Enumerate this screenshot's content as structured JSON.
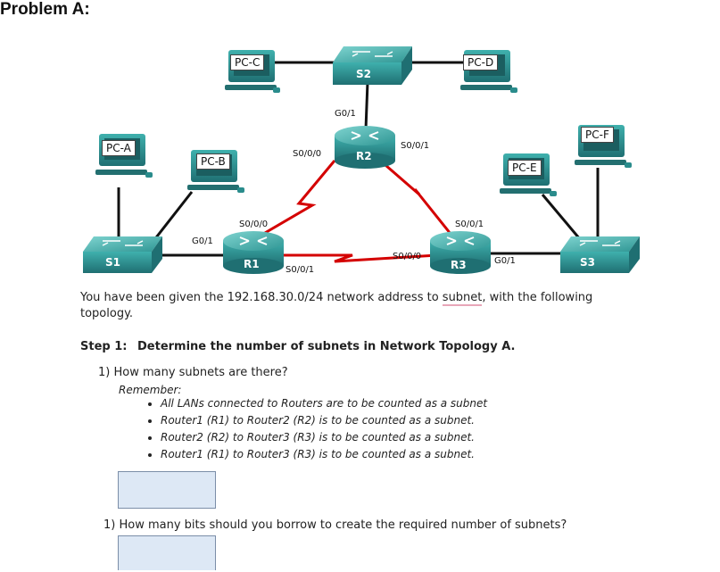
{
  "title": "Problem A:",
  "devices": {
    "pc_a": "PC-A",
    "pc_b": "PC-B",
    "pc_c": "PC-C",
    "pc_d": "PC-D",
    "pc_e": "PC-E",
    "pc_f": "PC-F",
    "s1": "S1",
    "s2": "S2",
    "s3": "S3",
    "r1": "R1",
    "r2": "R2",
    "r3": "R3"
  },
  "interfaces": {
    "r2_g01": "G0/1",
    "r2_s000": "S0/0/0",
    "r2_s001": "S0/0/1",
    "r1_s000": "S0/0/0",
    "r1_g01": "G0/1",
    "r1_s001": "S0/0/1",
    "r3_s001": "S0/0/1",
    "r3_s000": "S0/0/0",
    "r3_g01": "G0/1"
  },
  "intro": {
    "before": "You have been given the 192.168.30.0/24 network address to ",
    "link_word": "subnet",
    "after": ", with the following",
    "line2": "topology."
  },
  "step1": {
    "label": "Step 1:",
    "heading": "Determine the number of subnets in Network Topology A."
  },
  "q1": {
    "text": "1)  How many subnets are there?",
    "remember": "Remember:",
    "bullets": [
      "All LANs connected to Routers are to be counted as a subnet",
      "Router1 (R1) to Router2 (R2) is to be counted as a subnet.",
      "Router2 (R2) to Router3 (R3) is to be counted as a subnet.",
      "Router1 (R1) to Router3 (R3) is to be counted as a subnet."
    ]
  },
  "q2": {
    "text": "1)  How many bits should you borrow to create the required number of subnets?"
  },
  "colors": {
    "device_teal": "#2a8c8c",
    "serial_link": "#d40000",
    "ethernet_link": "#111111",
    "answer_fill": "#dde8f5"
  }
}
